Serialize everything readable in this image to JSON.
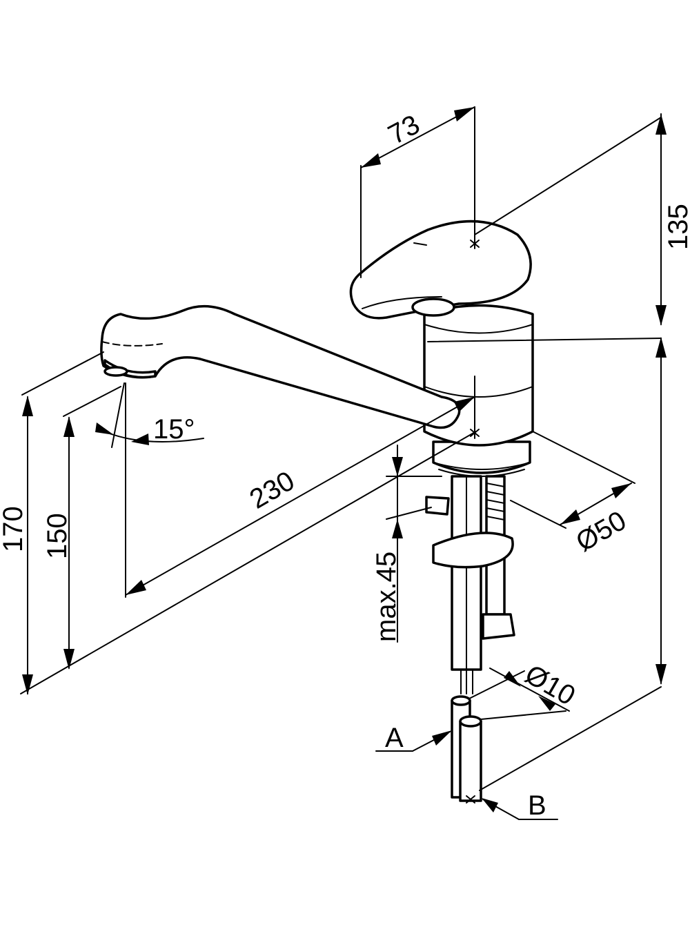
{
  "dimensions": {
    "handle_offset": "73",
    "handle_height": "135",
    "spout_height": "170",
    "outlet_height": "150",
    "spout_reach": "230",
    "spout_angle": "15°",
    "body_diameter": "Ø50",
    "max_thickness": "max.45",
    "hose_diameter": "Ø10"
  },
  "labels": {
    "connection_a": "A",
    "connection_b": "B"
  }
}
